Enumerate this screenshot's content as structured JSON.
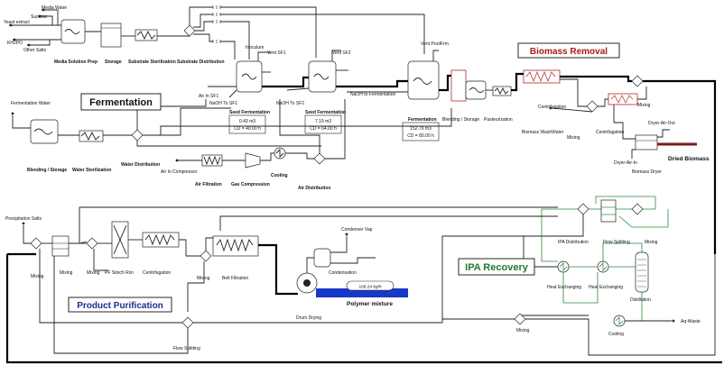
{
  "labels": {
    "yeast": "Yeast extract",
    "sucrose": "Sucrose",
    "media_water": "Media Water",
    "kh2po": "KH2PO",
    "other_salts": "Other Salts",
    "media_prep": "Media Solution Prep",
    "storage": "Storage",
    "substrate_ster": "Substrate Sterilization",
    "substrate_dist": "Substrate Distribution",
    "inoculum": "Inoculum",
    "vent_sf1": "Vent SF1",
    "vent_sf2": "Vent SF2",
    "vent_prodfrm": "Vent ProdFrm",
    "air_in_sf1": "Air In SF1",
    "naoh_sf1": "NaOH To SF1",
    "naoh_sf2": "NaOH To SF2",
    "naoh_ferm": "NaOH to Fermentation",
    "seed_ferm1": "Seed Fermentation",
    "seed_ferm2": "Seed Fermentation",
    "fermentation_unit": "Fermentation",
    "blending_storage1": "Blending / Storage",
    "pasteurization": "Pasteurization",
    "fermentation_water": "Fermentation Water",
    "blending_storage2": "Blending / Storage",
    "water_ster": "Water Sterilization",
    "water_dist": "Water Distribution",
    "air_in_comp": "Air In Compressor",
    "air_filtration": "Air Filtration",
    "gas_comp": "Gas Compression",
    "cooling1": "Cooling",
    "air_dist": "Air Distribution",
    "centrifugation1": "Centrifugation",
    "biomass_washwater": "Biomass WashWater",
    "mixing1": "Mixing",
    "centrifugation2": "Centrifugation",
    "mixing2": "Mixing",
    "dryer_air_out": "Dryer-Air-Out",
    "dryer_air_in": "Dryer-Air-In",
    "dried_biomass": "Dried Biomass",
    "biomass_dryer": "Biomass Dryer",
    "precip_salts": "Precipitation Salts",
    "mixing3": "Mixing",
    "mixing4": "Mixing",
    "mixing5": "Mixing",
    "pf_stoich": "PF Stoich Rxn",
    "centrifugation3": "Centrifugation",
    "mixing6": "Mixing",
    "belt_filtration": "Belt Filtration",
    "condenser_vap": "Condenser Vap",
    "condensation": "Condensation",
    "polymer_mixture": "Polymer mixture",
    "drum_drying": "Drum Drying",
    "flow_splitting1": "Flow Splitting",
    "ipa_distribution": "IPA Distribution",
    "flow_splitting2": "Flow Splitting",
    "mixing7": "Mixing",
    "heat_exch1": "Heat Exchanging",
    "heat_exch2": "Heat Exchanging",
    "distillation": "Distillation",
    "aq_waste": "Aq-Waste",
    "cooling2": "Cooling",
    "mixing8": "Mixing"
  },
  "sections": {
    "fermentation": "Fermentation",
    "biomass_removal": "Biomass Removal",
    "ipa_recovery": "IPA Recovery",
    "product_purification": "Product Purification"
  },
  "info_boxes": {
    "seed1_vol": "0.43 m3",
    "seed1_ct": "CD = 40.00 h",
    "seed2_vol": "7.19 m3",
    "seed2_ct": "CD = 64.00 h",
    "ferm_vol": "152.79 m3",
    "ferm_ct": "CD = 80.00 h"
  },
  "polymer_flow": "106.24 kg/h",
  "colors": {
    "accent_red": "#a61c1c",
    "accent_green": "#1f7a2e",
    "accent_blue": "#1d2e8c",
    "polymer_bar": "#1838c8"
  }
}
